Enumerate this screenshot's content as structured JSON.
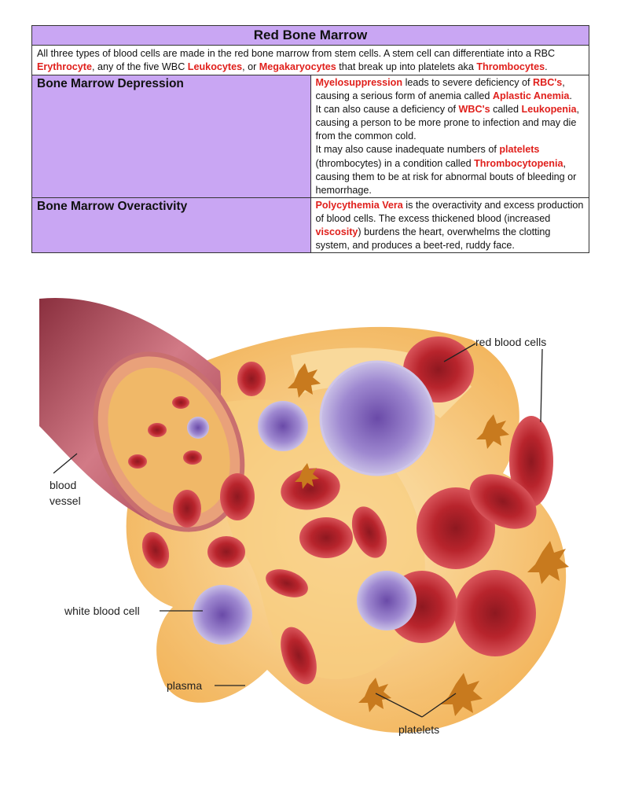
{
  "table": {
    "title": "Red Bone Marrow",
    "intro": [
      {
        "t": "All three types of blood cells are made in the red bone marrow from stem cells. A stem cell can differentiate into a RBC "
      },
      {
        "t": "Erythrocyte",
        "red": true
      },
      {
        "t": ", any of the five WBC "
      },
      {
        "t": "Leukocytes",
        "red": true
      },
      {
        "t": ", or "
      },
      {
        "t": "Megakaryocytes",
        "red": true
      },
      {
        "t": " that break up into platelets aka "
      },
      {
        "t": "Thrombocytes",
        "red": true
      },
      {
        "t": "."
      }
    ],
    "rows": [
      {
        "label": "Bone Marrow Depression",
        "paragraphs": [
          [
            {
              "t": "Myelosuppression",
              "red": true
            },
            {
              "t": " leads to severe deficiency of "
            },
            {
              "t": "RBC's",
              "red": true
            },
            {
              "t": ", causing a serious form of anemia called "
            },
            {
              "t": "Aplastic Anemia",
              "red": true
            },
            {
              "t": "."
            }
          ],
          [
            {
              "t": "It can also cause a deficiency of "
            },
            {
              "t": "WBC's",
              "red": true
            },
            {
              "t": " called "
            },
            {
              "t": "Leukopenia",
              "red": true
            },
            {
              "t": ", causing a person to be more prone to infection and may die from the common cold."
            }
          ],
          [
            {
              "t": "It may also cause inadequate numbers of "
            },
            {
              "t": "platelets",
              "red": true
            },
            {
              "t": " (thrombocytes) in a condition called "
            },
            {
              "t": "Thrombocytopenia",
              "red": true
            },
            {
              "t": ", causing them to be at risk for abnormal bouts of bleeding or hemorrhage."
            }
          ]
        ]
      },
      {
        "label": "Bone Marrow Overactivity",
        "paragraphs": [
          [
            {
              "t": "Polycythemia Vera",
              "red": true
            },
            {
              "t": " is the overactivity and excess production of blood cells. The excess thickened blood (increased "
            },
            {
              "t": "viscosity",
              "red": true
            },
            {
              "t": ") burdens the heart, overwhelms the clotting system, and produces a beet-red, ruddy face."
            }
          ]
        ]
      }
    ]
  },
  "illustration": {
    "labels": {
      "red_blood_cells": "red blood cells",
      "blood_vessel_1": "blood",
      "blood_vessel_2": "vessel",
      "white_blood_cell": "white blood cell",
      "plasma": "plasma",
      "platelets": "platelets"
    },
    "colors": {
      "rbc": "#b8242c",
      "plasma": "#f2b24a",
      "vessel": "#c25a6a",
      "wbc": "#8a6fc0",
      "platelet": "#c87a1e"
    }
  }
}
